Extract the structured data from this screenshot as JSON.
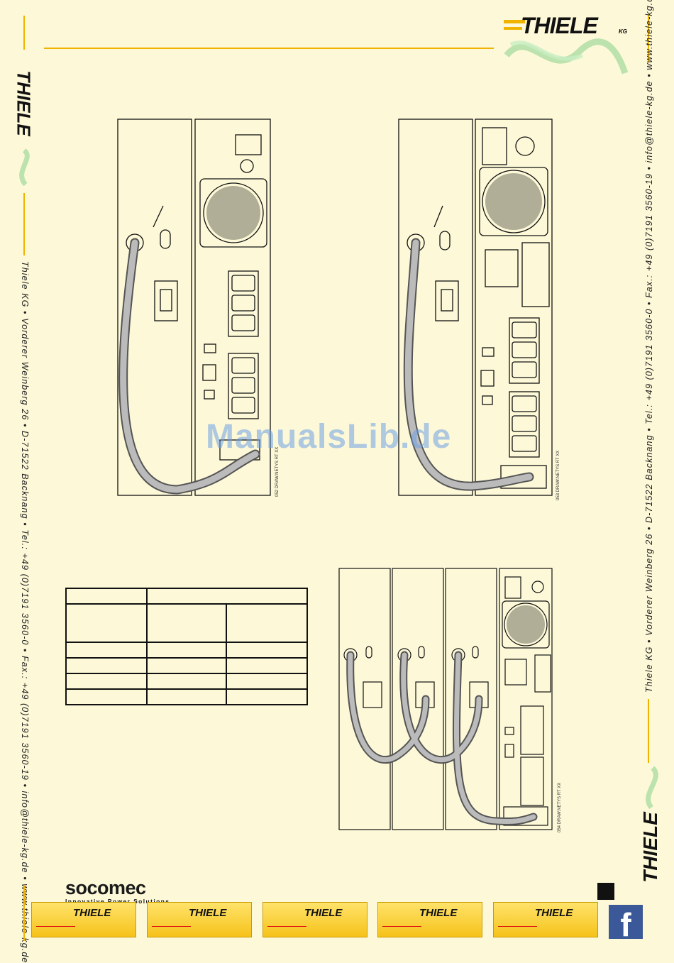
{
  "brand": {
    "name": "THIELE",
    "suffix": "KG"
  },
  "side_text_left": "Thiele KG • Vorderer Weinberg 26 • D-71522 Backnang • Tel.: +49 (0)7191 3560-0 • Fax.: +49 (0)7191 3560-19 • info@thiele-kg.de • www.thiele-kg.de",
  "side_text_right": "Thiele KG • Vorderer Weinberg 26 • D-71522 Backnang • Tel.: +49 (0)7191 3560-0 • Fax.: +49 (0)7191 3560-19 • info@thiele-kg.de • www.thiele-kg.de",
  "drawings": {
    "d1_code": "052 DRAW.NETYS RT XX",
    "d2_code": "053 DRAW.NETYS RT XX",
    "d3_code": "054 DRAW.NETYS RT XX"
  },
  "watermark": "ManualsLib.de",
  "footer": {
    "logo_name": "socomec",
    "logo_tagline": "Innovative Power Solutions",
    "facebook_glyph": "f"
  },
  "colors": {
    "page_bg": "#fdf9d8",
    "accent": "#f0b400",
    "facebook": "#3b5998"
  }
}
